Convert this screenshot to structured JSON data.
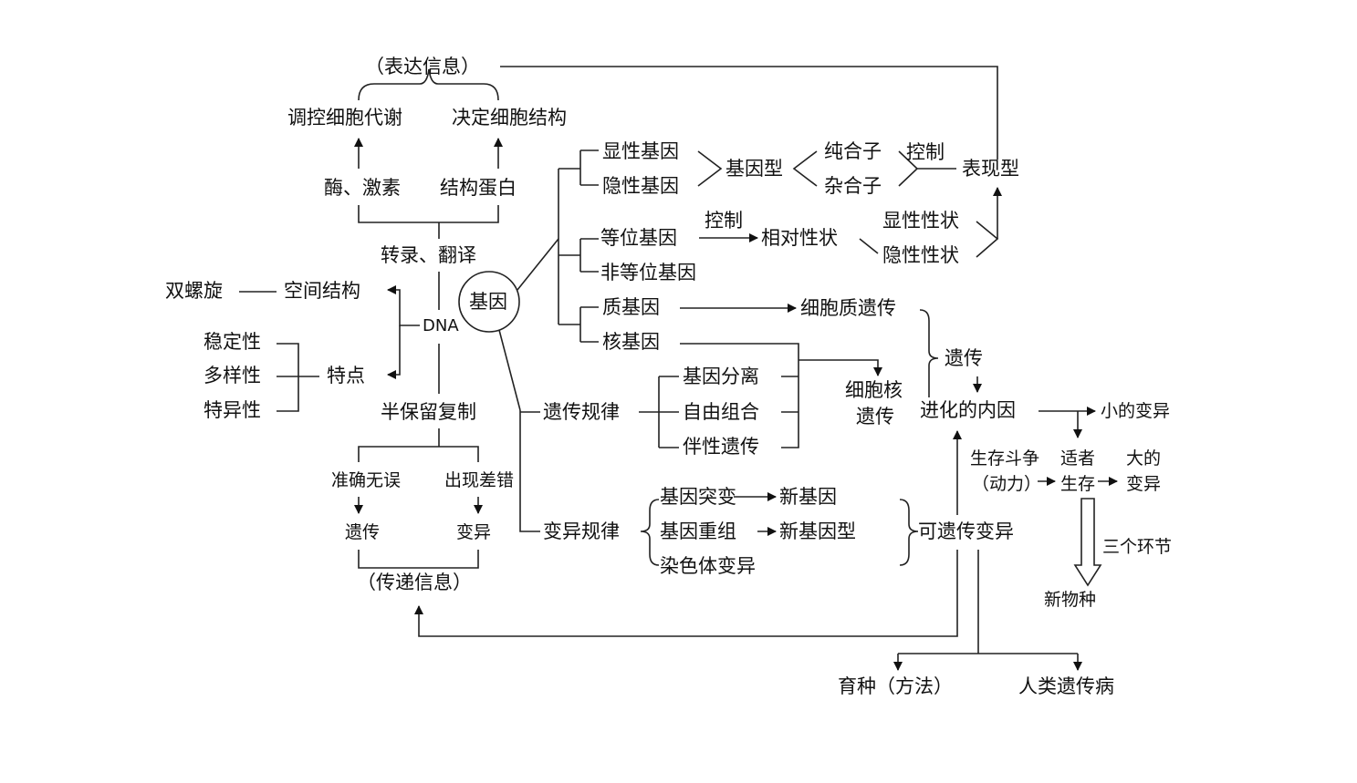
{
  "diagram": {
    "top": {
      "express_info": "（表达信息）",
      "regulate_metabolism": "调控细胞代谢",
      "determine_structure": "决定细胞结构",
      "enzyme_hormone": "酶、激素",
      "structural_protein": "结构蛋白",
      "transcription_translation": "转录、翻译"
    },
    "dna": {
      "label": "DNA",
      "double_helix": "双螺旋",
      "spatial_structure": "空间结构",
      "features": "特点",
      "stability": "稳定性",
      "diversity": "多样性",
      "specificity": "特异性",
      "semi_conservative": "半保留复制",
      "accurate": "准确无误",
      "error": "出现差错",
      "heredity": "遗传",
      "variation": "变异",
      "transmit_info": "（传递信息）"
    },
    "gene": {
      "label": "基因",
      "dominant_gene": "显性基因",
      "recessive_gene": "隐性基因",
      "genotype": "基因型",
      "homozygote": "纯合子",
      "heterozygote": "杂合子",
      "control_1": "控制",
      "phenotype": "表现型",
      "allele": "等位基因",
      "non_allele": "非等位基因",
      "control_2": "控制",
      "relative_trait": "相对性状",
      "dominant_trait": "显性性状",
      "recessive_trait": "隐性性状",
      "cytoplasmic_gene": "质基因",
      "nuclear_gene": "核基因",
      "cytoplasmic_inheritance": "细胞质遗传",
      "nuclear_inheritance_1": "细胞核",
      "nuclear_inheritance_2": "遗传"
    },
    "laws": {
      "inheritance_law": "遗传规律",
      "segregation": "基因分离",
      "free_combination": "自由组合",
      "sex_linked": "伴性遗传",
      "variation_law": "变异规律",
      "mutation": "基因突变",
      "new_gene": "新基因",
      "recombination": "基因重组",
      "new_genotype": "新基因型",
      "chromosome_variation": "染色体变异",
      "heritable_variation": "可遗传变异"
    },
    "evolution": {
      "heredity": "遗传",
      "internal_cause": "进化的内因",
      "small_variation": "小的变异",
      "struggle": "生存斗争",
      "driving_force": "（动力）",
      "fittest_1": "适者",
      "fittest_2": "生存",
      "large_1": "大的",
      "large_2": "变异",
      "three_links": "三个环节",
      "new_species": "新物种",
      "breeding": "育种（方法）",
      "human_disease": "人类遗传病"
    }
  }
}
